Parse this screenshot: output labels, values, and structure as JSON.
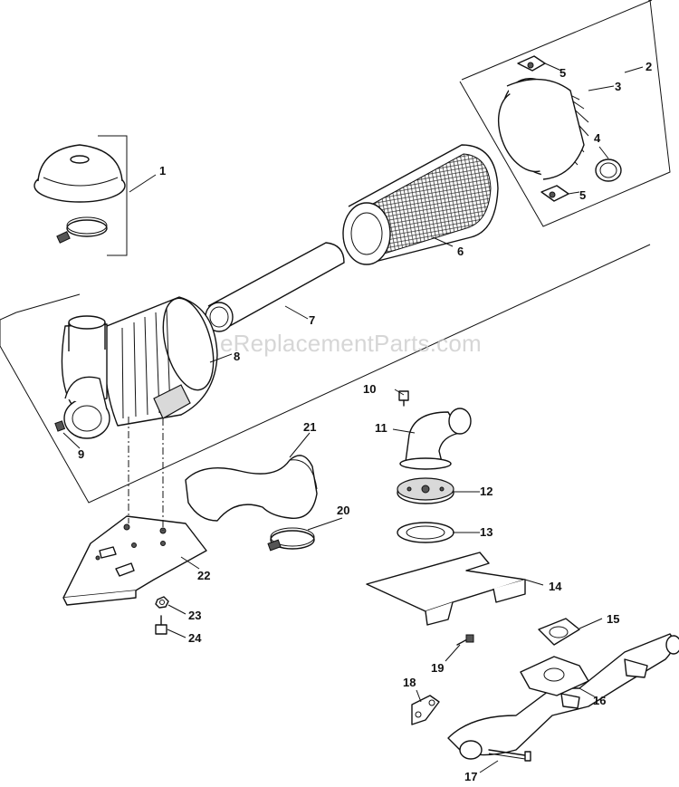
{
  "watermark": "eReplacementParts.com",
  "callouts": {
    "c1": "1",
    "c2": "2",
    "c3": "3",
    "c4": "4",
    "c5a": "5",
    "c5b": "5",
    "c6": "6",
    "c7": "7",
    "c8": "8",
    "c9": "9",
    "c10": "10",
    "c11": "11",
    "c12": "12",
    "c13": "13",
    "c14": "14",
    "c15": "15",
    "c16": "16",
    "c17": "17",
    "c18": "18",
    "c19": "19",
    "c20": "20",
    "c21": "21",
    "c22": "22",
    "c23": "23",
    "c24": "24"
  }
}
